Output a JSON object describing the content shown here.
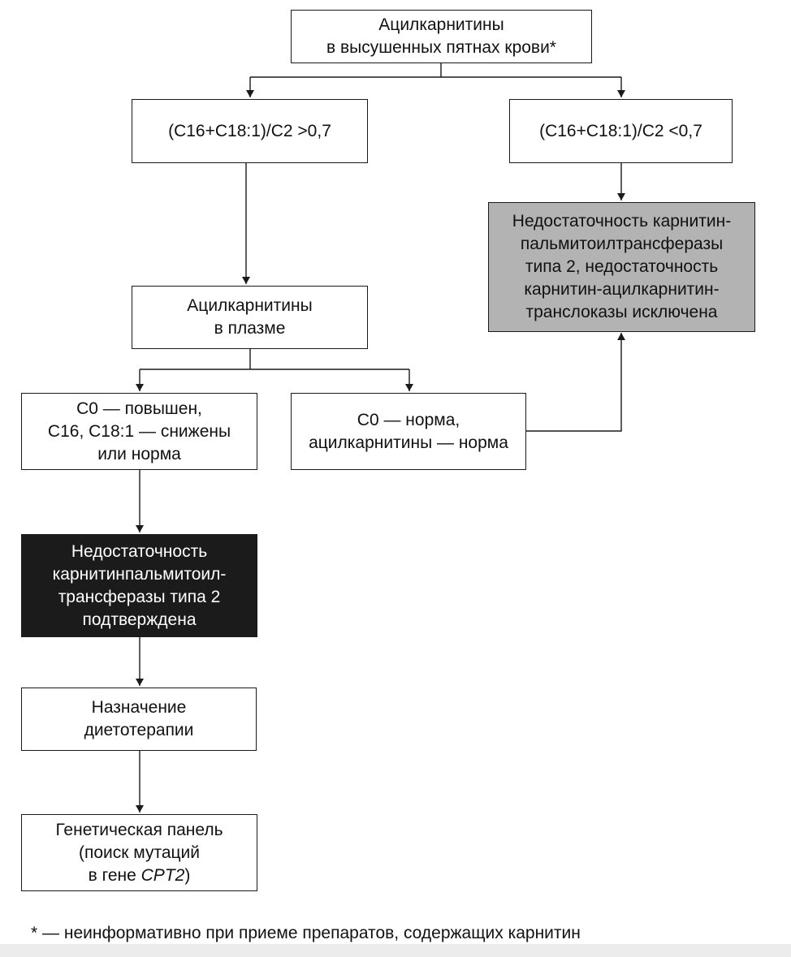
{
  "colors": {
    "line": "#1a1a1a",
    "gray_box": "#b3b3b3",
    "black_box": "#1b1b1b"
  },
  "nodes": {
    "dbs": {
      "lines": [
        "Ацилкарнитины",
        "в высушенных пятнах крови*"
      ]
    },
    "ratio_high": {
      "lines": [
        "(C16+C18:1)/C2 >0,7"
      ]
    },
    "ratio_low": {
      "lines": [
        "(C16+C18:1)/C2 <0,7"
      ]
    },
    "excluded": {
      "lines": [
        "Недостаточность карнитин-",
        "пальмитоилтрансферазы",
        "типа 2, недостаточность",
        "карнитин-ацилкарнитин-",
        "транслоказы исключена"
      ]
    },
    "plasma": {
      "lines": [
        "Ацилкарнитины",
        "в плазме"
      ]
    },
    "c0_high": {
      "lines": [
        "C0 — повышен,",
        "C16, C18:1 — снижены",
        "или норма"
      ]
    },
    "c0_norm": {
      "lines": [
        "C0 — норма,",
        "ацилкарнитины — норма"
      ]
    },
    "confirmed": {
      "lines": [
        "Недостаточность",
        "карнитинпальмитоил-",
        "трансферазы типа 2",
        "подтверждена"
      ]
    },
    "diet": {
      "lines": [
        "Назначение",
        "диетотерапии"
      ]
    },
    "genetic": {
      "lines": [
        "Генетическая панель",
        "(поиск мутаций"
      ],
      "last_prefix": "в гене ",
      "last_gene": "CPT2",
      "last_suffix": ")"
    }
  },
  "footnote": "* — неинформативно при приеме препаратов, содержащих карнитин"
}
